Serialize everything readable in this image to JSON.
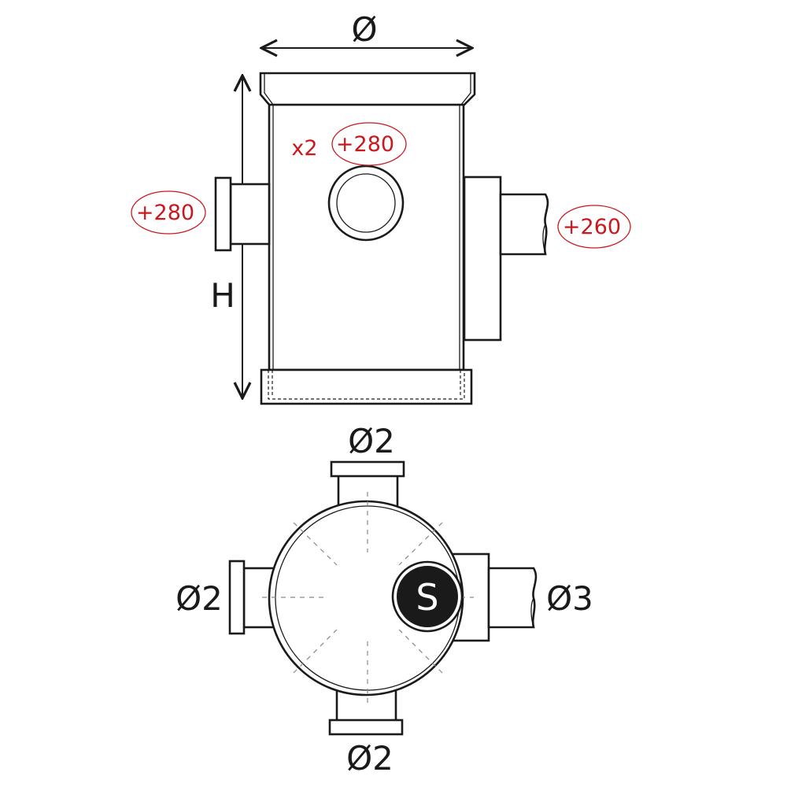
{
  "side_view": {
    "diameter_label": "Ø",
    "height_label": "H",
    "multiplier": "x2",
    "top_inlet_depth": "+280",
    "left_inlet_depth": "+280",
    "right_outlet_depth": "+260",
    "accent_color": "#c8191e"
  },
  "top_view": {
    "top_inlet_label": "Ø2",
    "left_inlet_label": "Ø2",
    "right_outlet_label": "Ø3",
    "bottom_inlet_label": "Ø2",
    "siphon_badge": "S"
  }
}
